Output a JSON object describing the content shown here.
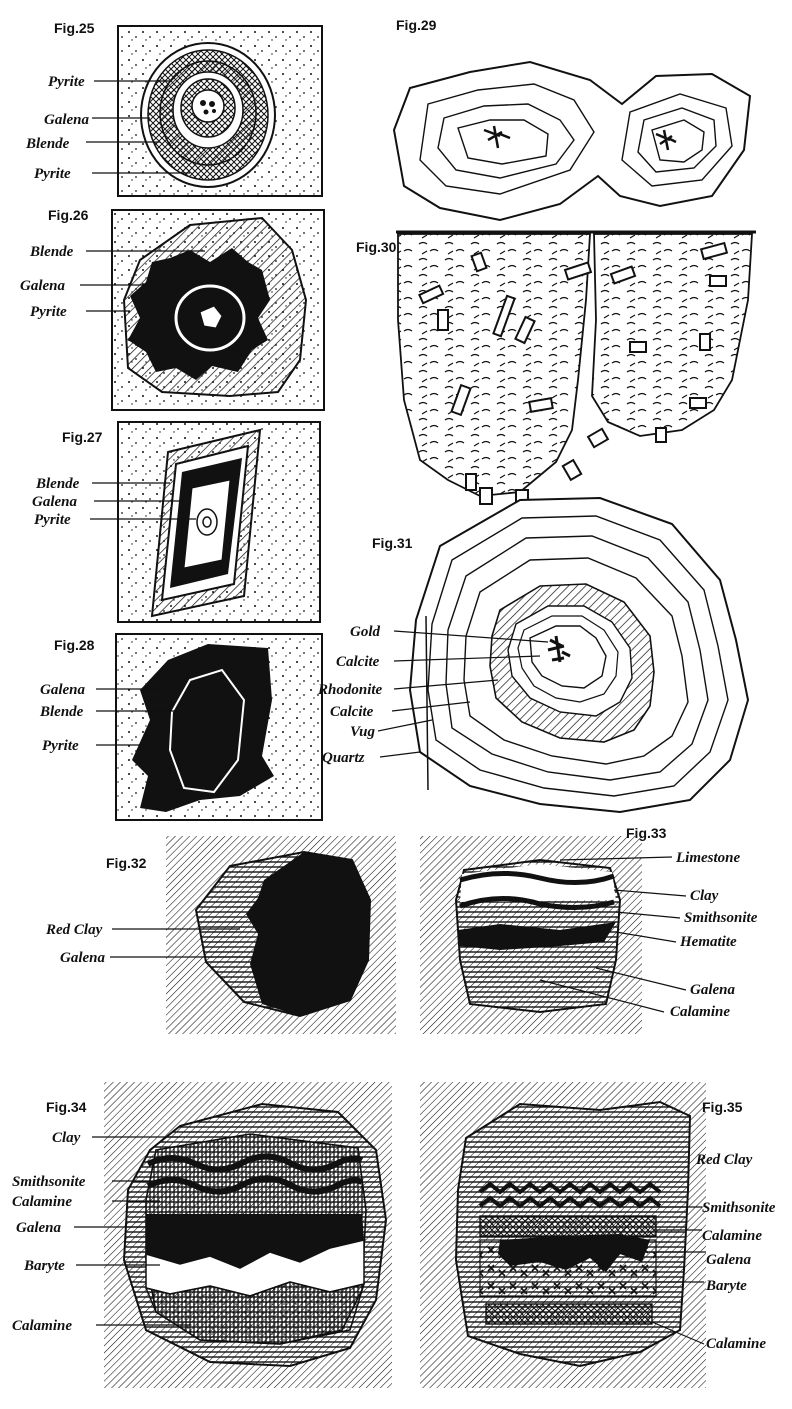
{
  "figures": {
    "fig25": {
      "number": "Fig.25",
      "labels": [
        "Pyrite",
        "Galena",
        "Blende",
        "Pyrite"
      ]
    },
    "fig26": {
      "number": "Fig.26",
      "labels": [
        "Blende",
        "Galena",
        "Pyrite"
      ]
    },
    "fig27": {
      "number": "Fig.27",
      "labels": [
        "Blende",
        "Galena",
        "Pyrite"
      ]
    },
    "fig28": {
      "number": "Fig.28",
      "labels": [
        "Galena",
        "Blende",
        "Pyrite"
      ]
    },
    "fig29": {
      "number": "Fig.29",
      "labels": []
    },
    "fig30": {
      "number": "Fig.30",
      "labels": []
    },
    "fig31": {
      "number": "Fig.31",
      "labels": [
        "Gold",
        "Calcite",
        "Rhodonite",
        "Calcite",
        "Vug",
        "Quartz"
      ]
    },
    "fig32": {
      "number": "Fig.32",
      "labels": [
        "Red Clay",
        "Galena"
      ]
    },
    "fig33": {
      "number": "Fig.33",
      "labels": [
        "Limestone",
        "Clay",
        "Smithsonite",
        "Hematite",
        "Galena",
        "Calamine"
      ]
    },
    "fig34": {
      "number": "Fig.34",
      "labels": [
        "Clay",
        "Smithsonite",
        "Calamine",
        "Galena",
        "Baryte",
        "Calamine"
      ]
    },
    "fig35": {
      "number": "Fig.35",
      "labels": [
        "Red Clay",
        "Smithsonite",
        "Calamine",
        "Galena",
        "Baryte",
        "Calamine"
      ]
    }
  },
  "colors": {
    "ink": "#111111",
    "paper": "#ffffff"
  }
}
